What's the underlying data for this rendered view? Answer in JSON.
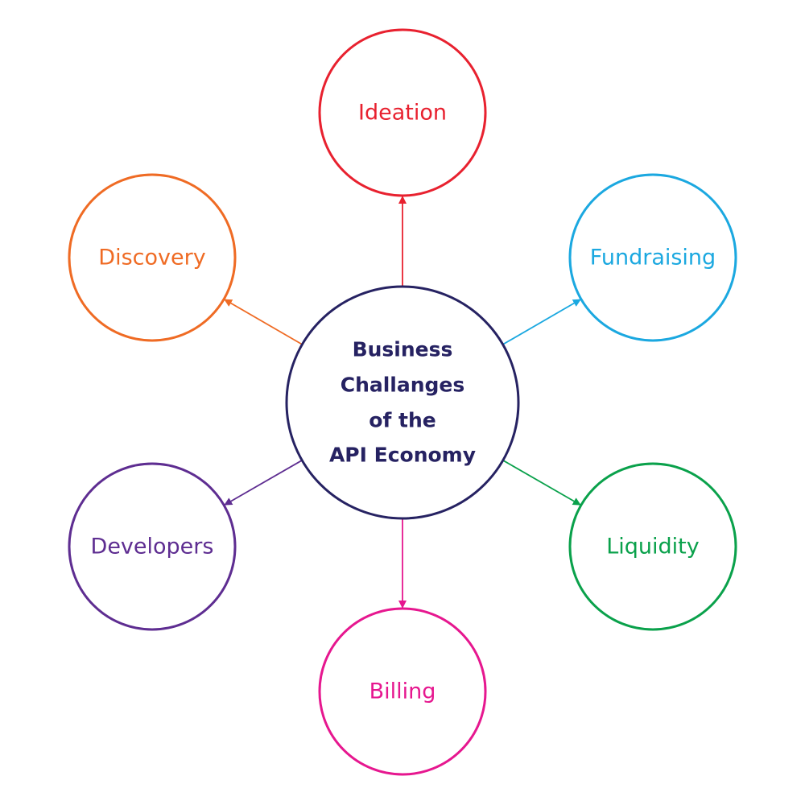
{
  "center": {
    "lines": [
      "Business",
      "Challanges",
      "of the",
      "API Economy"
    ],
    "color": "#262262"
  },
  "nodes": [
    {
      "id": "ideation",
      "label": "Ideation",
      "color": "#e8212f"
    },
    {
      "id": "fundraising",
      "label": "Fundraising",
      "color": "#1ba8e0"
    },
    {
      "id": "liquidity",
      "label": "Liquidity",
      "color": "#0aa14b"
    },
    {
      "id": "billing",
      "label": "Billing",
      "color": "#e6178f"
    },
    {
      "id": "developers",
      "label": "Developers",
      "color": "#5e2d91"
    },
    {
      "id": "discovery",
      "label": "Discovery",
      "color": "#ef6b24"
    }
  ]
}
